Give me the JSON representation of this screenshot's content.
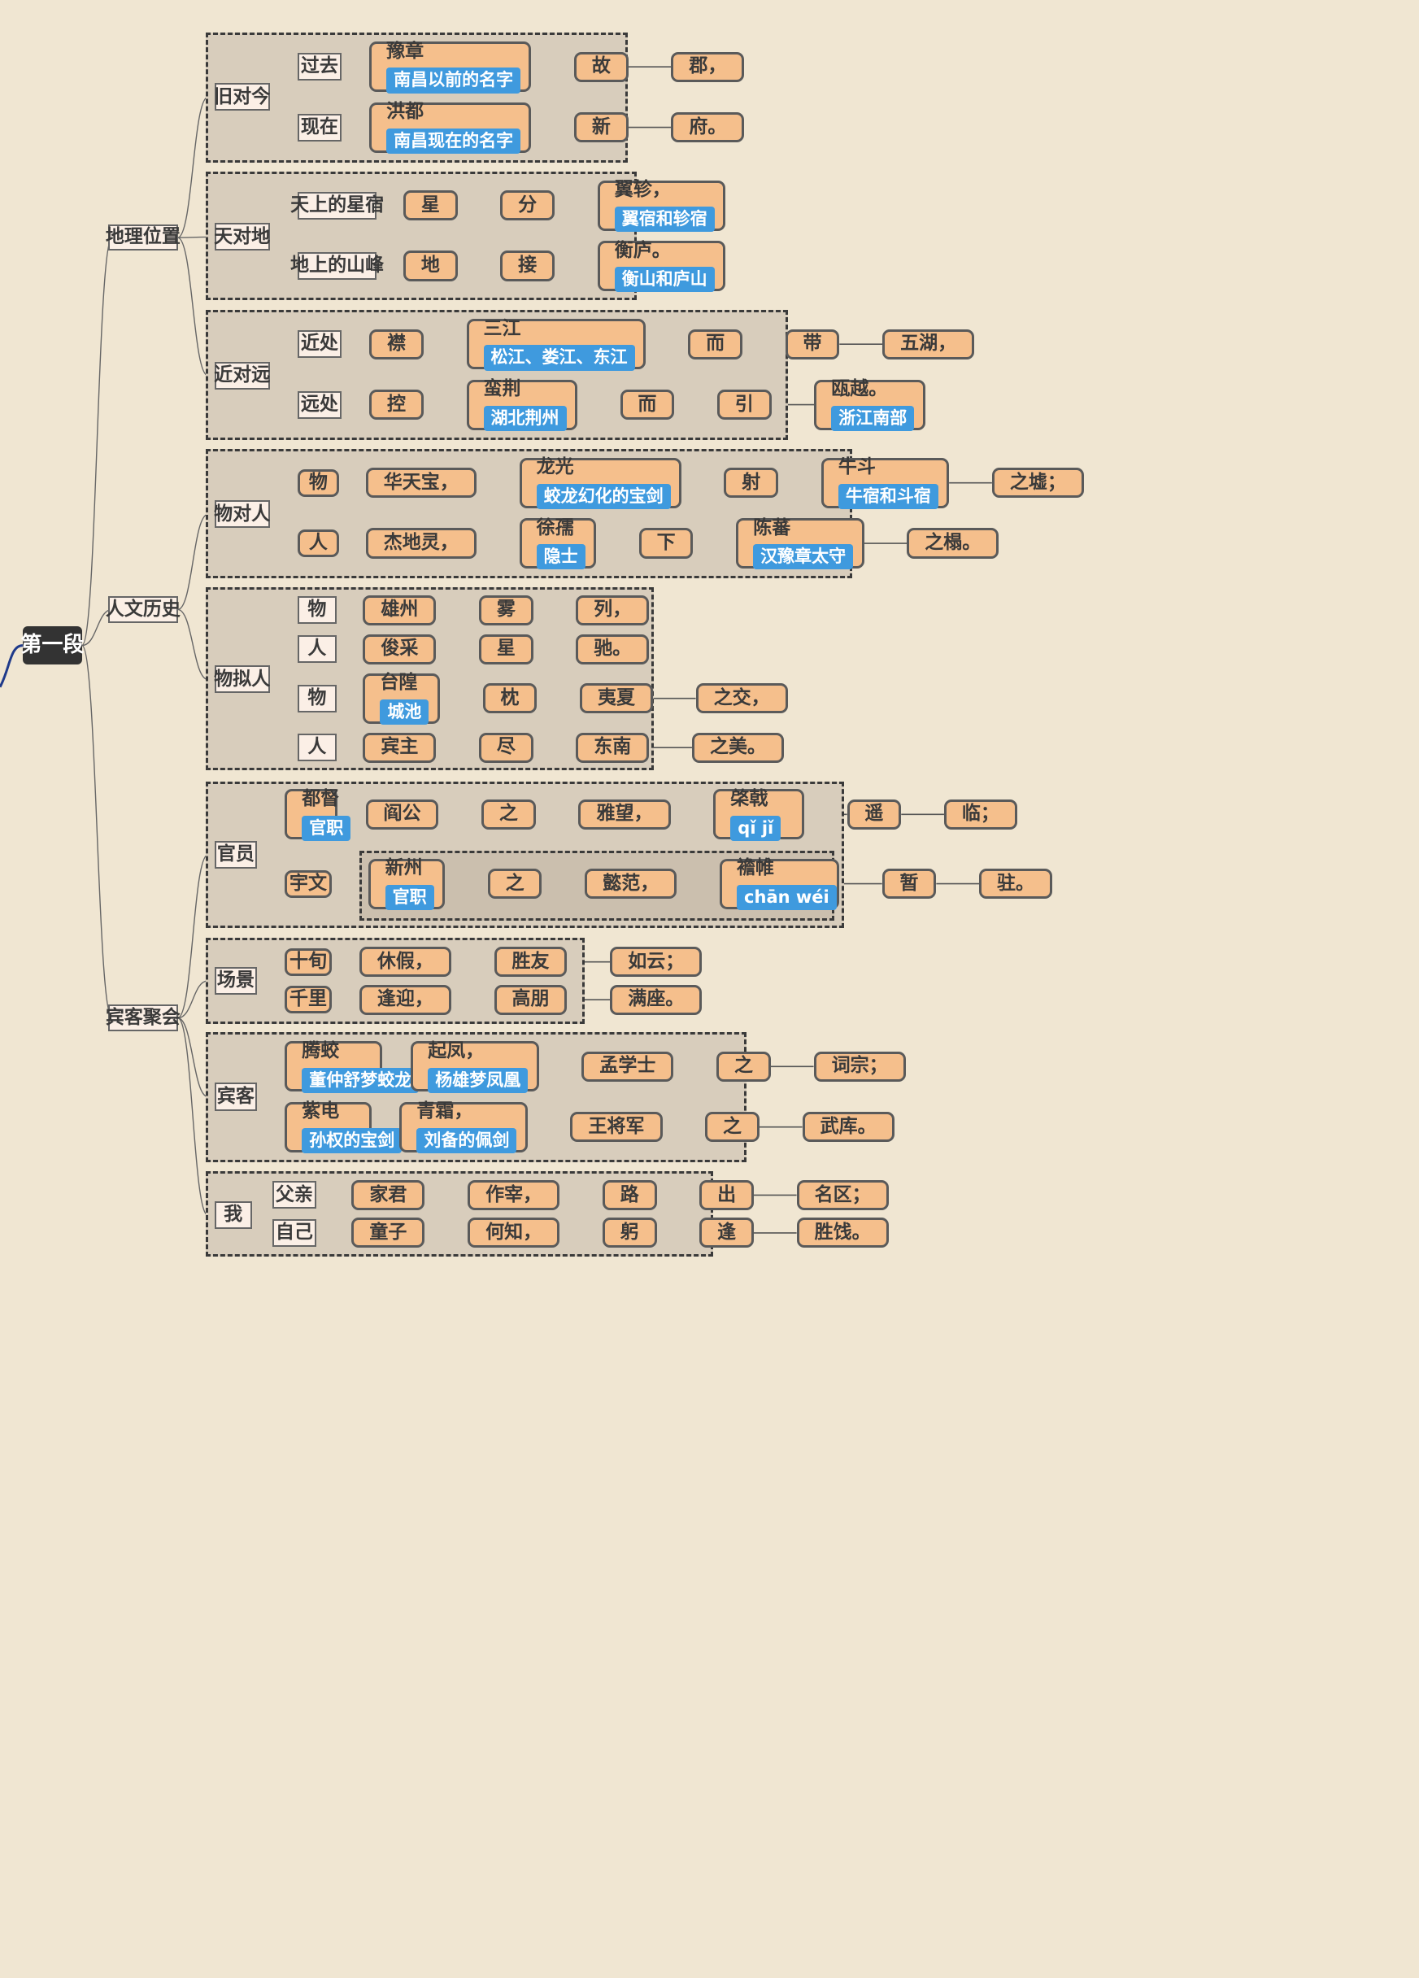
{
  "root": "第一段",
  "l1": {
    "geo": "地理位置",
    "hum": "人文历史",
    "guest": "宾客聚会"
  },
  "l2": {
    "jiu": "旧对今",
    "tian": "天对地",
    "jin": "近对远",
    "wur": "物对人",
    "wun": "物拟人",
    "gy": "官员",
    "cj": "场景",
    "bk": "宾客",
    "wo": "我"
  },
  "l3": {
    "guoqu": "过去",
    "xianzai": "现在",
    "tianshang": "天上的星宿",
    "dishang": "地上的山峰",
    "jinchu": "近处",
    "yuanchu": "远处",
    "wu1": "物",
    "ren1": "人",
    "wu2": "物",
    "ren2": "人",
    "wu3": "物",
    "ren3": "人",
    "dudu": "都督",
    "duduNote": "官职",
    "yuwen": "宇文",
    "shixun": "十旬",
    "qianli": "千里",
    "tengjiao": "腾蛟",
    "tengjiaoNote": "董仲舒梦蛟龙",
    "zidian": "紫电",
    "zidianNote": "孙权的宝剑",
    "fuqin": "父亲",
    "ziji": "自己"
  },
  "chains": {
    "guoqu": [
      {
        "t": "豫章",
        "n": "南昌以前的名字"
      },
      {
        "t": "故"
      },
      {
        "t": "郡，"
      }
    ],
    "xianzai": [
      {
        "t": "洪都",
        "n": "南昌现在的名字"
      },
      {
        "t": "新"
      },
      {
        "t": "府。"
      }
    ],
    "tianshang": [
      {
        "t": "星"
      },
      {
        "t": "分"
      },
      {
        "t": "翼轸，",
        "n": "翼宿和轸宿"
      }
    ],
    "dishang": [
      {
        "t": "地"
      },
      {
        "t": "接"
      },
      {
        "t": "衡庐。",
        "n": "衡山和庐山"
      }
    ],
    "jinchu": [
      {
        "t": "襟"
      },
      {
        "t": "三江",
        "n": "松江、娄江、东江"
      },
      {
        "t": "而"
      },
      {
        "t": "带"
      },
      {
        "t": "五湖，"
      }
    ],
    "yuanchu": [
      {
        "t": "控"
      },
      {
        "t": "蛮荆",
        "n": "湖北荆州"
      },
      {
        "t": "而"
      },
      {
        "t": "引"
      },
      {
        "t": "瓯越。",
        "n": "浙江南部"
      }
    ],
    "wu1": [
      {
        "t": "华天宝，"
      },
      {
        "t": "龙光",
        "n": "蛟龙幻化的宝剑"
      },
      {
        "t": "射"
      },
      {
        "t": "牛斗",
        "n": "牛宿和斗宿"
      },
      {
        "t": "之墟；"
      }
    ],
    "ren1": [
      {
        "t": "杰地灵，"
      },
      {
        "t": "徐孺",
        "n": "隐士"
      },
      {
        "t": "下"
      },
      {
        "t": "陈蕃",
        "n": "汉豫章太守"
      },
      {
        "t": "之榻。"
      }
    ],
    "wu2": [
      {
        "t": "雄州"
      },
      {
        "t": "雾"
      },
      {
        "t": "列，"
      }
    ],
    "ren2": [
      {
        "t": "俊采"
      },
      {
        "t": "星"
      },
      {
        "t": "驰。"
      }
    ],
    "wu3": [
      {
        "t": "台隍",
        "n": "城池"
      },
      {
        "t": "枕"
      },
      {
        "t": "夷夏"
      },
      {
        "t": "之交，"
      }
    ],
    "ren3": [
      {
        "t": "宾主"
      },
      {
        "t": "尽"
      },
      {
        "t": "东南"
      },
      {
        "t": "之美。"
      }
    ],
    "dudu": [
      {
        "t": "阎公"
      },
      {
        "t": "之"
      },
      {
        "t": "雅望，"
      },
      {
        "t": "棨戟",
        "n": "qǐ jǐ"
      },
      {
        "t": "遥"
      },
      {
        "t": "临；"
      }
    ],
    "yuwen": [
      {
        "t": "新州",
        "n": "官职"
      },
      {
        "t": "之"
      },
      {
        "t": "懿范，"
      },
      {
        "t": "襜帷",
        "n": "chān wéi"
      },
      {
        "t": "暂"
      },
      {
        "t": "驻。"
      }
    ],
    "shixun": [
      {
        "t": "休假，"
      },
      {
        "t": "胜友"
      },
      {
        "t": "如云；"
      }
    ],
    "qianli": [
      {
        "t": "逢迎，"
      },
      {
        "t": "高朋"
      },
      {
        "t": "满座。"
      }
    ],
    "tengjiao": [
      {
        "t": "起凤，",
        "n": "杨雄梦凤凰"
      },
      {
        "t": "孟学士"
      },
      {
        "t": "之"
      },
      {
        "t": "词宗；"
      }
    ],
    "zidian": [
      {
        "t": "青霜，",
        "n": "刘备的佩剑"
      },
      {
        "t": "王将军"
      },
      {
        "t": "之"
      },
      {
        "t": "武库。"
      }
    ],
    "fuqin": [
      {
        "t": "家君"
      },
      {
        "t": "作宰，"
      },
      {
        "t": "路"
      },
      {
        "t": "出"
      },
      {
        "t": "名区；"
      }
    ],
    "ziji": [
      {
        "t": "童子"
      },
      {
        "t": "何知，"
      },
      {
        "t": "躬"
      },
      {
        "t": "逢"
      },
      {
        "t": "胜饯。"
      }
    ]
  }
}
